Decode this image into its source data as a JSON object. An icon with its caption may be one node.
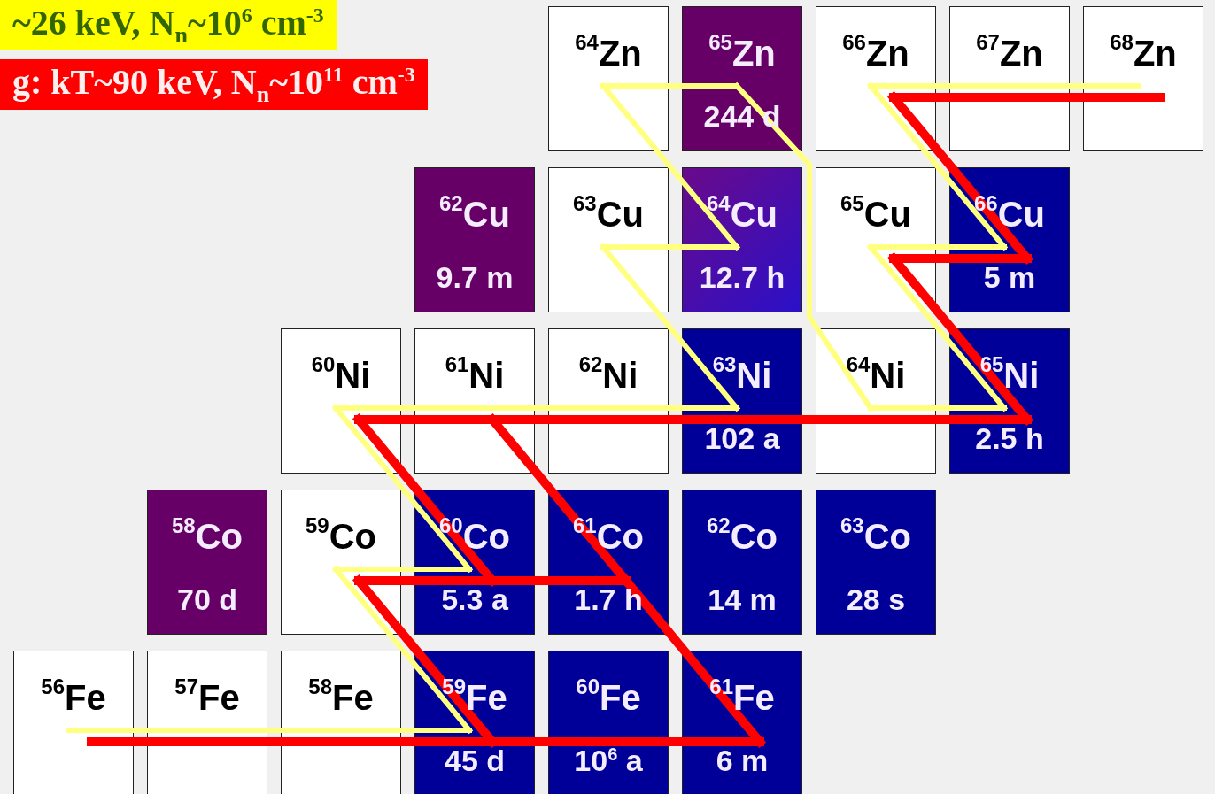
{
  "diagram": {
    "nodes": [
      {
        "text": [
          "$^{64}$Zn"
        ]
      },
      {
        "text": [
          "$^{65}$Zn",
          "244 d"
        ]
      },
      {
        "text": [
          "$^{66}$Zn"
        ]
      },
      {
        "text": [
          "$^{67}$Zn"
        ]
      },
      {
        "text": [
          "$^{68}$Zn"
        ]
      },
      {
        "text": [
          "$^{62}$Cu",
          "9.7 m"
        ]
      },
      {
        "text": [
          "$^{63}$Cu"
        ]
      },
      {
        "text": [
          "$^{64}$Cu",
          "12.7 h"
        ]
      },
      {
        "text": [
          "$^{65}$Cu"
        ]
      },
      {
        "text": [
          "$^{66}$Cu",
          "5 m"
        ]
      },
      {
        "text": [
          "$^{60}$Ni"
        ]
      },
      {
        "text": [
          "$^{61}$Ni"
        ]
      },
      {
        "text": [
          "$^{62}$Ni"
        ]
      },
      {
        "text": [
          "$^{63}$Ni",
          "102 a"
        ]
      },
      {
        "text": [
          "$^{64}$Ni"
        ]
      },
      {
        "text": [
          "$^{65}$Ni",
          "2.5 h"
        ]
      },
      {
        "text": [
          "$^{58}$Co",
          "70 d"
        ]
      },
      {
        "text": [
          "$^{59}$Co"
        ]
      },
      {
        "text": [
          "$^{60}$Co",
          "5.3 a"
        ]
      },
      {
        "text": [
          "$^{61}$Co",
          "1.7 h"
        ]
      },
      {
        "text": [
          "$^{62}$Co",
          "14 m"
        ]
      },
      {
        "text": [
          "$^{63}$Co",
          "28 s"
        ]
      },
      {
        "text": [
          "$^{56}$Fe"
        ]
      },
      {
        "text": [
          "$^{57}$Fe"
        ]
      },
      {
        "text": [
          "$^{58}$Fe"
        ]
      },
      {
        "text": [
          "$^{59}$Fe",
          "45 d"
        ]
      },
      {
        "text": [
          "$^{60}$Fe",
          "10$^{6}$ a"
        ]
      },
      {
        "text": [
          "$^{61}$Fe",
          "6 m"
        ]
      }
    ],
    "edges": [
      {
        "from": 22,
        "to": 23,
        "arrow": "none",
        "color": "#ffff80"
      },
      {
        "from": 23,
        "to": 24,
        "arrow": "none",
        "color": "#ffff80"
      },
      {
        "from": 24,
        "to": 25,
        "arrow": "none",
        "color": "#ffff80"
      },
      {
        "from": 25,
        "to": 17,
        "arrow": "none",
        "color": "#ffff80"
      },
      {
        "from": 17,
        "to": 18,
        "arrow": "none",
        "color": "#ffff80"
      },
      {
        "from": 18,
        "to": 10,
        "arrow": "none",
        "color": "#ffff80"
      },
      {
        "from": 10,
        "to": 11,
        "arrow": "none",
        "color": "#ffff80"
      },
      {
        "from": 11,
        "to": 12,
        "arrow": "none",
        "color": "#ffff80"
      },
      {
        "from": 12,
        "to": 13,
        "arrow": "none",
        "color": "#ffff80"
      },
      {
        "from": 13,
        "to": 6,
        "arrow": "none",
        "color": "#ffff80"
      },
      {
        "from": 6,
        "to": 7,
        "arrow": "none",
        "color": "#ffff80"
      },
      {
        "from": 7,
        "to": 0,
        "arrow": "none",
        "color": "#ffff80"
      },
      {
        "from": 0,
        "to": 1,
        "arrow": "none",
        "color": "#ffff80"
      },
      {
        "from": 1,
        "to": 14,
        "arrow": "none",
        "color": "#ffff80"
      },
      {
        "from": 14,
        "to": 15,
        "arrow": "none",
        "color": "#ffff80"
      },
      {
        "from": 15,
        "to": 8,
        "arrow": "none",
        "color": "#ffff80"
      },
      {
        "from": 8,
        "to": 9,
        "arrow": "none",
        "color": "#ffff80"
      },
      {
        "from": 9,
        "to": 2,
        "arrow": "none",
        "color": "#ffff80"
      },
      {
        "from": 2,
        "to": 3,
        "arrow": "none",
        "color": "#ffff80"
      },
      {
        "from": 3,
        "to": 4,
        "arrow": "none",
        "color": "#ffff80"
      },
      {
        "from": 22,
        "to": 23,
        "arrow": "none"
      },
      {
        "from": 23,
        "to": 24,
        "arrow": "none"
      },
      {
        "from": 24,
        "to": 25,
        "arrow": "none"
      },
      {
        "from": 25,
        "to": 26,
        "arrow": "none"
      },
      {
        "from": 26,
        "to": 27,
        "arrow": "none"
      },
      {
        "from": 25,
        "to": 17,
        "arrow": "none"
      },
      {
        "from": 17,
        "to": 18,
        "arrow": "none"
      },
      {
        "from": 18,
        "to": 19,
        "arrow": "none"
      },
      {
        "from": 27,
        "to": 19,
        "arrow": "none"
      },
      {
        "from": 18,
        "to": 10,
        "arrow": "none"
      },
      {
        "from": 19,
        "to": 11,
        "arrow": "none"
      },
      {
        "from": 10,
        "to": 11,
        "arrow": "none"
      },
      {
        "from": 11,
        "to": 12,
        "arrow": "none"
      },
      {
        "from": 12,
        "to": 13,
        "arrow": "none"
      },
      {
        "from": 13,
        "to": 14,
        "arrow": "none"
      },
      {
        "from": 14,
        "to": 15,
        "arrow": "none"
      },
      {
        "from": 15,
        "to": 8,
        "arrow": "none"
      },
      {
        "from": 8,
        "to": 9,
        "arrow": "none"
      },
      {
        "from": 9,
        "to": 2,
        "arrow": "none"
      },
      {
        "from": 2,
        "to": 3,
        "arrow": "none"
      },
      {
        "from": 3,
        "to": 4,
        "arrow": "none"
      }
    ],
    "legend": [
      {
        "text": "~26 keV, N$_{n}$~10$^{6}$ cm$^{-3}$",
        "color": "#ffff00"
      },
      {
        "text": "g: kT~90 keV, N$_{n}$~10$^{11}$ cm$^{-3}$",
        "color": "#ff0000"
      }
    ]
  }
}
